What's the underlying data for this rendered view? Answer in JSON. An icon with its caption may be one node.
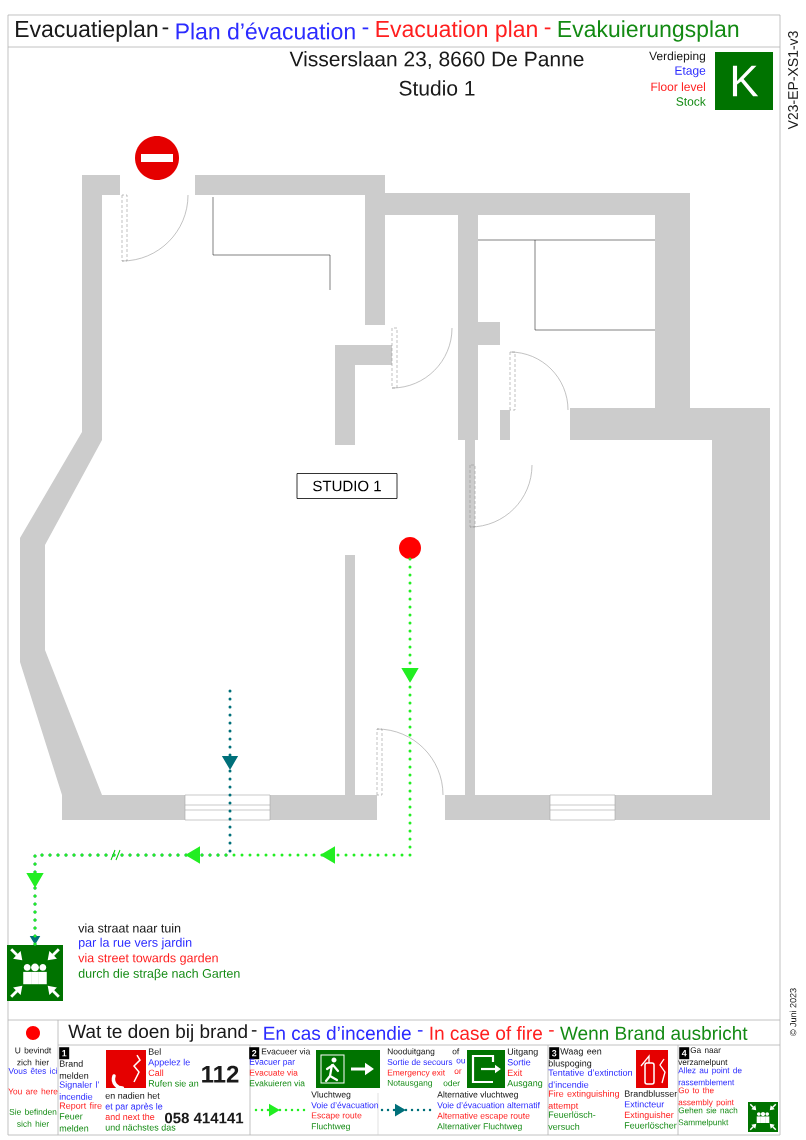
{
  "diagram": {
    "nodes": [
      {
        "text": [
          "K"
        ],
        "beside": [
          "Verdieping",
          "Etage",
          "Floor level",
          "Stock"
        ]
      },
      {
        "text": [
          "STUDIO 1"
        ]
      },
      {
        "text": [],
        "shape": "circle"
      },
      {
        "text": [],
        "shape": "picture",
        "beside": [
          "via straat naar tuin",
          "par la rue vers jardin",
          "via street towards garden",
          "durch die straβe nach Garten"
        ]
      }
    ],
    "edges": [
      {
        "from": 2,
        "to": 3,
        "arrow": "to",
        "style": "dashed",
        "color": "#22ee22"
      },
      {
        "from": null,
        "to": 3,
        "arrow": "to",
        "style": "dashed",
        "color": "#00707a"
      }
    ],
    "labels": [
      "Evacuatieplan",
      "-",
      "Plan d’évacuation",
      "-",
      "Evacuation plan",
      "-",
      "Evakuierungsplan",
      "Visserslaan 23, 8660 De Panne",
      "Studio 1",
      "V23-EP-XS1-v3",
      "Wat te doen bij brand",
      "-",
      "En cas d’incendie",
      "-",
      "In case of fire",
      "-",
      "Wenn Brand ausbricht",
      "1",
      "Brand melden",
      "Signaler l’ incendie",
      "Report fire",
      "Feuer melden",
      "Bel",
      "Appelez le",
      "Call",
      "Rufen sie an",
      "112",
      "en nadien het",
      "et par après le",
      "and next the",
      "und nächstes das",
      "058 414141",
      "2",
      "Evacueer via",
      "Evacuer par",
      "Evacuate via",
      "Evakuieren via",
      "Nooduitgang",
      "of",
      "Sortie de secours",
      "ou",
      "Emergency exit",
      "or",
      "Notausgang",
      "oder",
      "Uitgang",
      "Sortie",
      "Exit",
      "Ausgang",
      "3",
      "Waag een bluspoging",
      "Tentative d’extinction d’incendie",
      "Fire extinguishing attempt",
      "Feuerlösch-versuch",
      "Brandblusser",
      "Extincteur",
      "Extinguisher",
      "Feuerlöscher",
      "4",
      "Ga naar verzamelpunt",
      "Allez au point de rassemblement",
      "Go to the assembly point",
      "Gehen sie nach Sammelpunkt",
      "© Juni 2023"
    ],
    "legend": [
      {
        "text": "U bevindt zich hier"
      },
      {
        "text": "Vous êtes ici"
      },
      {
        "text": "You are here"
      },
      {
        "text": "Sie befinden sich hier"
      },
      {
        "text": "Vluchtweg"
      },
      {
        "text": "Voie d’évacuation"
      },
      {
        "text": "Escape route"
      },
      {
        "text": "Fluchtweg"
      },
      {
        "text": "Alternative vluchtweg"
      },
      {
        "text": "Voie d’évacuation alternatif"
      },
      {
        "text": "Alternative escape route"
      },
      {
        "text": "Alternativer Fluchtweg"
      }
    ]
  }
}
